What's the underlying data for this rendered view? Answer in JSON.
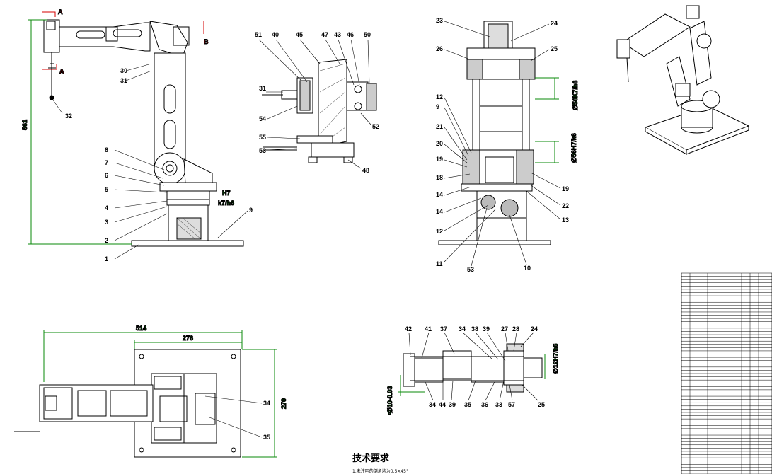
{
  "drawing": {
    "front_view": {
      "section_marks": [
        "A",
        "A",
        "B"
      ],
      "height_dim": "561",
      "fit_tol": "H7",
      "fit_tol2": "k7/h6",
      "balloons": [
        "1",
        "2",
        "3",
        "4",
        "5",
        "6",
        "7",
        "8",
        "9",
        "30",
        "31",
        "32"
      ]
    },
    "section_view": {
      "balloons": [
        "51",
        "40",
        "45",
        "47",
        "43",
        "46",
        "50",
        "31",
        "54",
        "55",
        "53",
        "52",
        "48"
      ]
    },
    "base_section": {
      "balloons_left": [
        "23",
        "26",
        "12",
        "9",
        "21",
        "20",
        "19",
        "18",
        "14",
        "14",
        "12",
        "11"
      ],
      "balloons_right": [
        "24",
        "25",
        "19",
        "22",
        "13",
        "10",
        "53"
      ],
      "tol1": "∅56K7/h6",
      "tol2": "∅56H7/k6"
    },
    "top_view": {
      "width_dim": "514",
      "width_dim2": "276",
      "height_dim": "270",
      "balloons": [
        "34",
        "35"
      ]
    },
    "wrist_section": {
      "balloons_top": [
        "42",
        "41",
        "37",
        "34",
        "38",
        "39",
        "27",
        "28",
        "24"
      ],
      "balloons_bottom": [
        "34",
        "44",
        "39",
        "35",
        "36",
        "33",
        "57",
        "25"
      ],
      "tol": "∅10-0.03",
      "tol2": "0",
      "tol3": "∅12H7/h6"
    },
    "tech_requirements": {
      "title": "技术要求",
      "first_line": "1.未注明的倒角均为0.5×45°"
    },
    "bom": {
      "rows": 62
    }
  }
}
